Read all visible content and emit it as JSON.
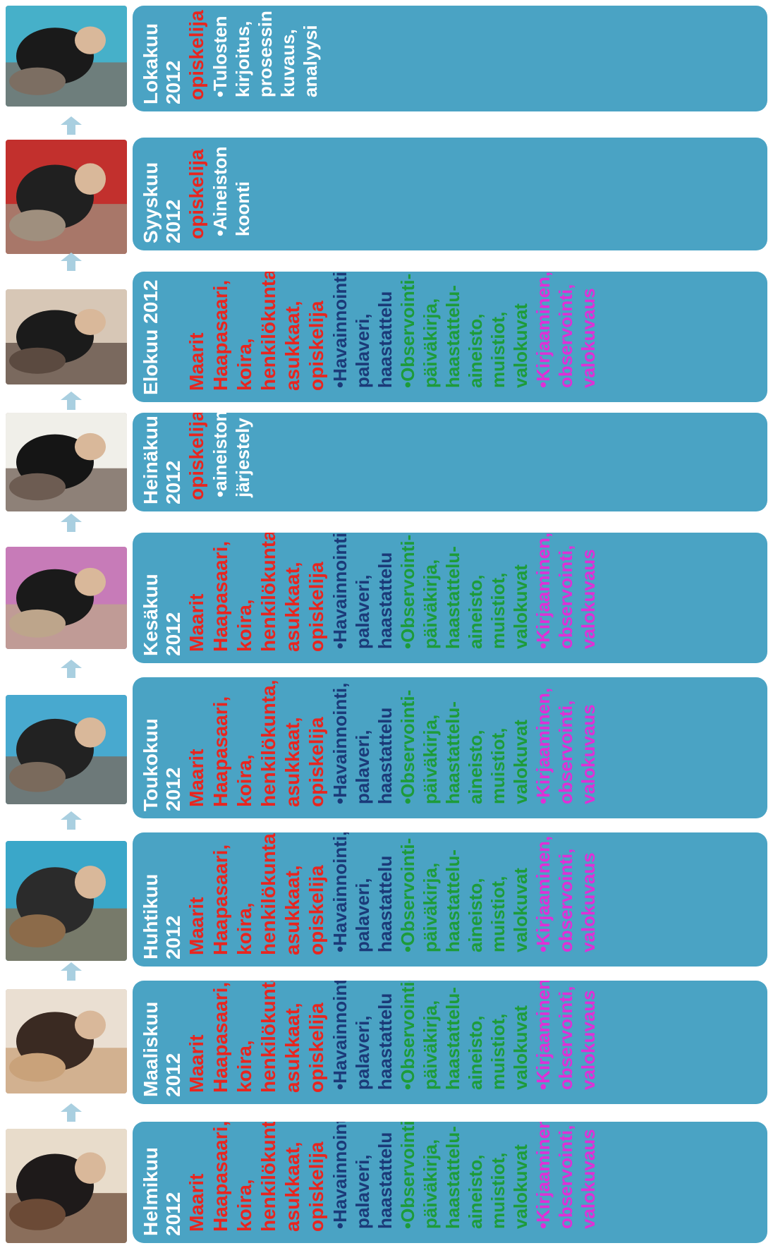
{
  "colors": {
    "card": "#4aa3c4",
    "month": "#ffffff",
    "participants": "#e8251f",
    "methods": "#1b3a78",
    "materials": "#1d9b3a",
    "documentation": "#e02fd6",
    "arrow": "#a9cfe0"
  },
  "icons": {
    "arrow": "arrow-up-icon"
  },
  "steps": [
    {
      "month": "Helmikuu 2012",
      "participants": "Maarit Haapasaari, koira, henkilökunta, asukkaat, opiskelija",
      "bullets": [
        {
          "text": "Havainnointi, palaveri, haastattelu",
          "tone": "navy"
        },
        {
          "text": "Observointi-päiväkirja, haastattelu-aineisto, muistiot, valokuvat",
          "tone": "green"
        },
        {
          "text": "Kirjaaminen, observointi, valokuvaus",
          "tone": "magenta"
        }
      ]
    },
    {
      "month": "Maaliskuu 2012",
      "participants": "Maarit Haapasaari, koira, henkilökunta, asukkaat, opiskelija",
      "bullets": [
        {
          "text": "Havainnointi, palaveri, haastattelu",
          "tone": "navy"
        },
        {
          "text": "Observointi-päiväkirja, haastattelu-aineisto, muistiot, valokuvat",
          "tone": "green"
        },
        {
          "text": "Kirjaaminen, observointi, valokuvaus",
          "tone": "magenta"
        }
      ]
    },
    {
      "month": "Huhtikuu 2012",
      "participants": "Maarit Haapasaari, koira, henkilökunta, asukkaat, opiskelija",
      "bullets": [
        {
          "text": "Havainnointi, palaveri, haastattelu",
          "tone": "navy"
        },
        {
          "text": "Observointi-päiväkirja, haastattelu-aineisto, muistiot, valokuvat",
          "tone": "green"
        },
        {
          "text": "Kirjaaminen, observointi, valokuvaus",
          "tone": "magenta"
        }
      ]
    },
    {
      "month": "Toukokuu 2012",
      "participants": "Maarit Haapasaari, koira, henkilökunta, asukkaat, opiskelija",
      "bullets": [
        {
          "text": "Havainnointi, palaveri, haastattelu",
          "tone": "navy"
        },
        {
          "text": "Observointi-päiväkirja, haastattelu-aineisto, muistiot, valokuvat",
          "tone": "green"
        },
        {
          "text": "Kirjaaminen, observointi, valokuvaus",
          "tone": "magenta"
        }
      ]
    },
    {
      "month": "Kesäkuu 2012",
      "participants": "Maarit Haapasaari, koira, henkilökunta, asukkaat, opiskelija",
      "bullets": [
        {
          "text": "Havainnointi, palaveri, haastattelu",
          "tone": "navy"
        },
        {
          "text": "Observointi-päiväkirja, haastattelu-aineisto, muistiot, valokuvat",
          "tone": "green"
        },
        {
          "text": "Kirjaaminen, observointi, valokuvaus",
          "tone": "magenta"
        }
      ]
    },
    {
      "month": "Heinäkuu 2012",
      "participants": "opiskelija",
      "bullets": [
        {
          "text": "aineiston järjestely",
          "tone": "white"
        }
      ]
    },
    {
      "month": "Elokuu 2012",
      "participants": "Maarit Haapasaari, koira, henkilökunta, asukkaat, opiskelija",
      "bullets": [
        {
          "text": "Havainnointi, palaveri, haastattelu",
          "tone": "navy"
        },
        {
          "text": "Observointi-päiväkirja, haastattelu-aineisto, muistiot, valokuvat",
          "tone": "green"
        },
        {
          "text": "Kirjaaminen, observointi, valokuvaus",
          "tone": "magenta"
        }
      ]
    },
    {
      "month": "Syyskuu 2012",
      "participants": "opiskelija",
      "bullets": [
        {
          "text": "Aineiston koonti",
          "tone": "white"
        }
      ]
    },
    {
      "month": "Lokakuu 2012",
      "participants": "opiskelija",
      "bullets": [
        {
          "text": "Tulosten kirjoitus, prosessin kuvaus, analyysi",
          "tone": "white"
        }
      ]
    }
  ]
}
